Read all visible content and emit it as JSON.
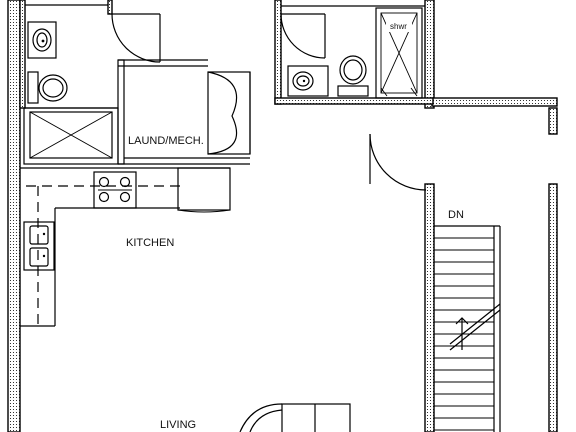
{
  "rooms": {
    "laundry": "LAUND/MECH.",
    "kitchen": "KITCHEN",
    "living": "LIVING",
    "stairs_down": "DN",
    "shower": "shwr"
  }
}
